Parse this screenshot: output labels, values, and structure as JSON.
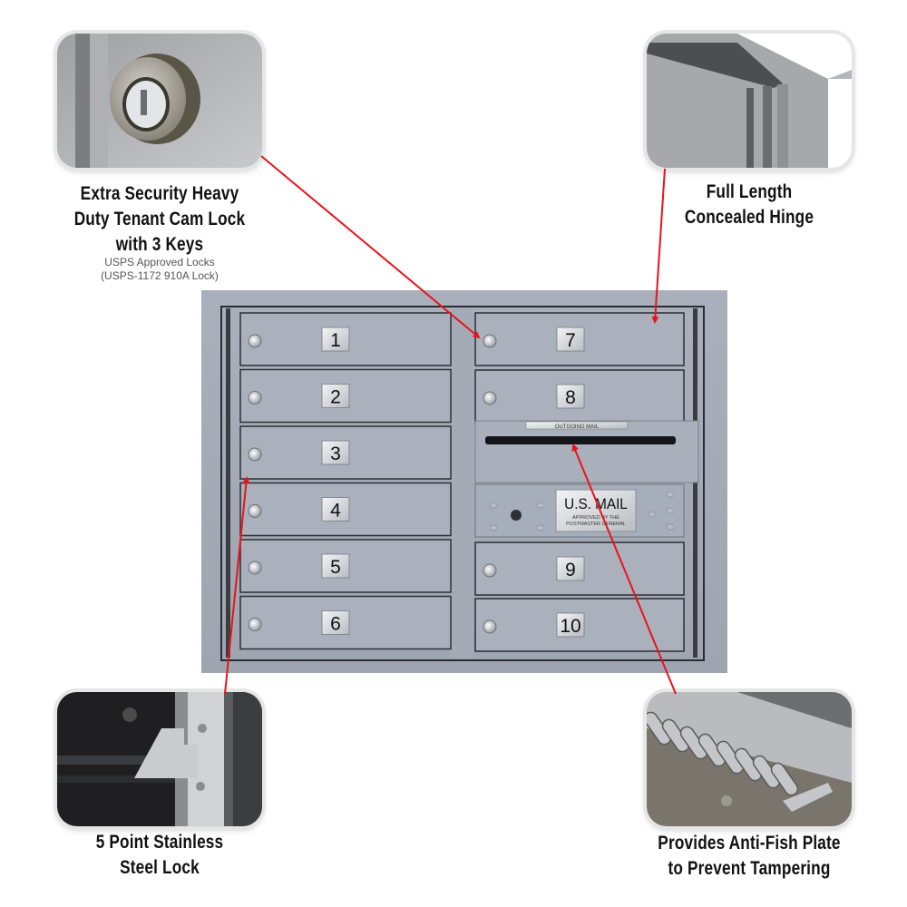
{
  "callouts": {
    "cam_lock": {
      "title_lines": [
        "Extra Security Heavy",
        "Duty Tenant Cam Lock",
        "with 3 Keys"
      ],
      "sub_lines": [
        "USPS Approved Locks",
        "(USPS-1172 910A Lock)"
      ]
    },
    "hinge": {
      "title_lines": [
        "Full Length",
        "Concealed Hinge"
      ]
    },
    "stainless_lock": {
      "title_lines": [
        "5 Point Stainless",
        "Steel Lock"
      ]
    },
    "anti_fish": {
      "title_lines": [
        "Provides Anti-Fish Plate",
        "to Prevent Tampering"
      ]
    }
  },
  "mailbox": {
    "left_doors": [
      "1",
      "2",
      "3",
      "4",
      "5",
      "6"
    ],
    "right_doors": [
      "7",
      "8",
      "9",
      "10"
    ],
    "outgoing_label": "OUTGOING MAIL",
    "usmail_title": "U.S. MAIL",
    "usmail_sub": [
      "APPROVED BY THE",
      "POSTMASTER GENERAL"
    ]
  },
  "colors": {
    "arrow": "#e8141b",
    "body": "#a6adb9",
    "door": "#aab1bd"
  }
}
